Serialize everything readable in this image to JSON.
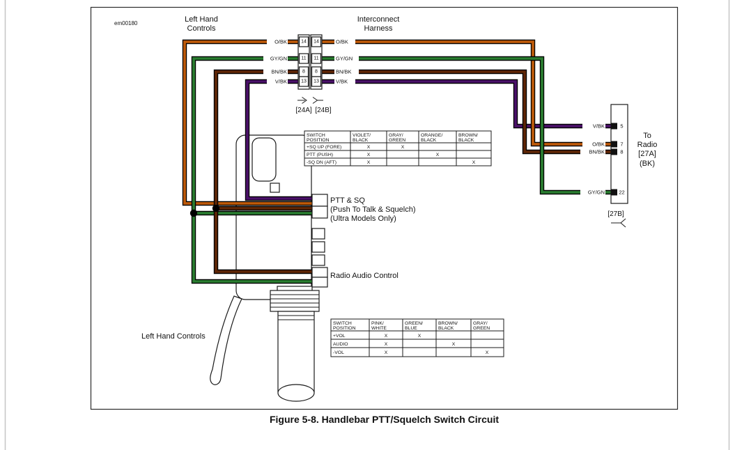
{
  "page": {
    "drawing_id": "em00180",
    "caption": "Figure 5-8. Handlebar PTT/Squelch Switch Circuit"
  },
  "labels": {
    "left_hand_controls_top_line1": "Left Hand",
    "left_hand_controls_top_line2": "Controls",
    "interconnect_harness_line1": "Interconnect",
    "interconnect_harness_line2": "Harness",
    "connector_24a": "[24A]",
    "connector_24b": "[24B]",
    "ptt_sq_line1": "PTT & SQ",
    "ptt_sq_line2": "(Push To Talk & Squelch)",
    "ptt_sq_line3": "(Ultra Models Only)",
    "radio_audio_control": "Radio Audio Control",
    "left_hand_controls_bottom": "Left Hand Controls",
    "to_radio_line1": "To",
    "to_radio_line2": "Radio",
    "to_radio_line3": "[27A]",
    "to_radio_line4": "(BK)",
    "connector_27b": "[27B]"
  },
  "interconnect_connector": {
    "left_pins": [
      {
        "wire": "O/BK",
        "pin": "14"
      },
      {
        "wire": "GY/GN",
        "pin": "11"
      },
      {
        "wire": "BN/BK",
        "pin": "8"
      },
      {
        "wire": "V/BK",
        "pin": "13"
      }
    ],
    "right_pins": [
      {
        "wire": "O/BK",
        "pin": "14"
      },
      {
        "wire": "GY/GN",
        "pin": "11"
      },
      {
        "wire": "BN/BK",
        "pin": "8"
      },
      {
        "wire": "V/BK",
        "pin": "13"
      }
    ]
  },
  "radio_connector": {
    "pins": [
      {
        "wire": "V/BK",
        "pin": "5"
      },
      {
        "wire": "O/BK",
        "pin": "7"
      },
      {
        "wire": "BN/BK",
        "pin": "8"
      },
      {
        "wire": "GY/GN",
        "pin": "22"
      }
    ]
  },
  "wires": {
    "colors": {
      "O_BK": "#bd5a0a",
      "GY_GN": "#2a7c30",
      "BN_BK": "#5e2606",
      "V_BK": "#4a1168"
    }
  },
  "table_ptt": {
    "headers": [
      {
        "line1": "SWITCH",
        "line2": "POSITION"
      },
      {
        "line1": "VIOLET/",
        "line2": "BLACK"
      },
      {
        "line1": "GRAY/",
        "line2": "GREEN"
      },
      {
        "line1": "ORANGE/",
        "line2": "BLACK"
      },
      {
        "line1": "BROWN/",
        "line2": "BLACK"
      }
    ],
    "rows": [
      {
        "position": "+SQ UP (FORE)",
        "marks": [
          "X",
          "X",
          "",
          ""
        ]
      },
      {
        "position": "PTT (PUSH)",
        "marks": [
          "X",
          "",
          "X",
          ""
        ]
      },
      {
        "position": "-SQ DN (AFT)",
        "marks": [
          "X",
          "",
          "",
          "X"
        ]
      }
    ]
  },
  "table_audio": {
    "headers": [
      {
        "line1": "SWITCH",
        "line2": "POSITION"
      },
      {
        "line1": "PINK/",
        "line2": "WHITE"
      },
      {
        "line1": "GREEN/",
        "line2": "BLUE"
      },
      {
        "line1": "BROWN/",
        "line2": "BLACK"
      },
      {
        "line1": "GRAY/",
        "line2": "GREEN"
      }
    ],
    "rows": [
      {
        "position": "+VOL",
        "marks": [
          "X",
          "X",
          "",
          ""
        ]
      },
      {
        "position": "AUDIO",
        "marks": [
          "X",
          "",
          "X",
          ""
        ]
      },
      {
        "position": "-VOL",
        "marks": [
          "X",
          "",
          "",
          "X"
        ]
      }
    ]
  }
}
